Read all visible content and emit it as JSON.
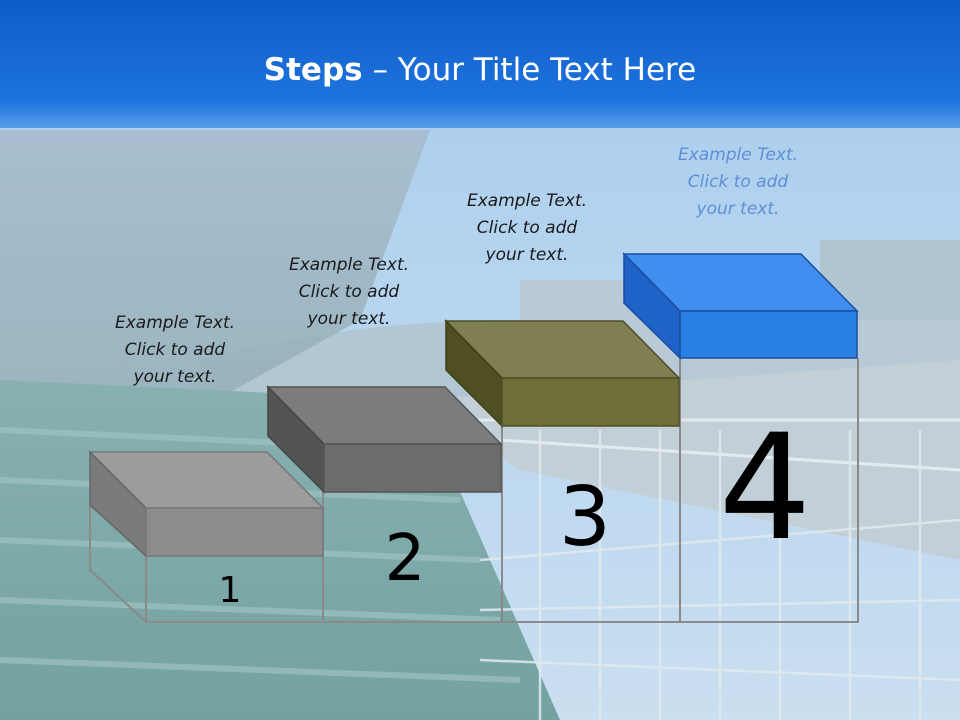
{
  "title": {
    "bold": "Steps",
    "rest": "– Your Title Text Here"
  },
  "steps": [
    {
      "number": "1",
      "line1": "Example Text.",
      "line2": "Click  to add",
      "line3": "your text.",
      "color": "#8c8c8c"
    },
    {
      "number": "2",
      "line1": "Example Text.",
      "line2": "Click  to add",
      "line3": "your text.",
      "color": "#6c6c6c"
    },
    {
      "number": "3",
      "line1": "Example Text.",
      "line2": "Click  to add",
      "line3": "your text.",
      "color": "#6e6e38"
    },
    {
      "number": "4",
      "line1": "Example Text.",
      "line2": "Click  to add",
      "line3": "your text.",
      "color": "#2a7fe3"
    }
  ],
  "colors": {
    "header": "#1565d0",
    "caption_highlight": "#5e8fd6",
    "caption": "#1a1a1a"
  }
}
